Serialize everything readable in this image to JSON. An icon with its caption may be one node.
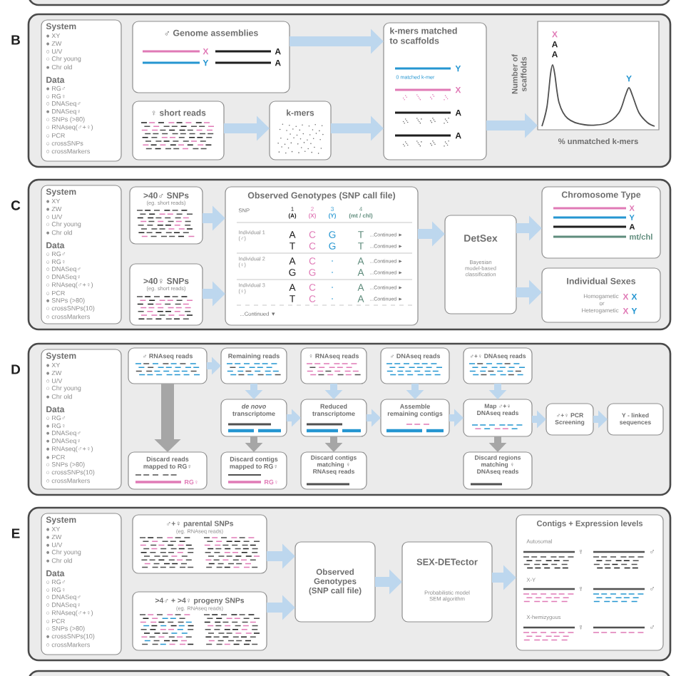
{
  "diagram": {
    "nodes": [
      {
        "text": [],
        "shape": "box",
        "beside": [
          "B"
        ]
      },
      {
        "text": [
          "System",
          "● XY",
          "● ZW",
          "○ U/V",
          "○ Chr young",
          "● Chr old",
          "Data",
          "● RG♂",
          "○ RG♀",
          "○ DNASeq♂",
          "● DNASeq♀",
          "○ SNPs (>80)",
          "○ RNAseq(♂+♀)",
          "○ PCR",
          "○ crossSNPs",
          "○ crossMarkers"
        ],
        "in": 0
      },
      {
        "text": [
          "♂ Genome assemblies",
          "X",
          "Y",
          "A",
          "A"
        ],
        "in": 0
      },
      {
        "text": [
          "♀ short reads"
        ],
        "in": 0
      },
      {
        "text": [
          "k-mers"
        ],
        "in": 0
      },
      {
        "text": [
          "k-mers matched to scaffolds",
          "Y",
          "0 matched k-mer",
          "X",
          "A",
          "A"
        ],
        "in": 0
      },
      {
        "text": [
          "X",
          "A",
          "A",
          "Y"
        ],
        "beside": [
          "Number of scaffolds",
          "% unmatched k-mers"
        ],
        "in": 0
      },
      {
        "text": [],
        "shape": "box",
        "beside": [
          "C"
        ]
      },
      {
        "text": [
          "System",
          "● XY",
          "● ZW",
          "○ U/V",
          "○ Chr young",
          "● Chr old",
          "Data",
          "○ RG♂",
          "○ RG♀",
          "○ DNASeq♂",
          "○ DNASeq♀",
          "○ RNAseq(♂+♀)",
          "○ PCR",
          "● SNPs (>80)",
          "○ crossSNPs(10)",
          "○ crossMarkers"
        ],
        "in": 7
      },
      {
        "text": [
          ">40♂ SNPs",
          "(eg. short reads)"
        ],
        "in": 7
      },
      {
        "text": [
          ">40♀ SNPs",
          "(eg. short reads)"
        ],
        "in": 7
      },
      {
        "text": [
          "Observed Genotypes (SNP call file)",
          "SNP",
          "1",
          "2",
          "3",
          "4",
          "(A)",
          "(X)",
          "(Y)",
          "(mt / chl)",
          "Individual 1 (♂)",
          "A",
          "C",
          "G",
          "T",
          "...Continued ►",
          "T",
          "C",
          "G",
          "T",
          "...Continued ►",
          "Individual 2 (♀)",
          "A",
          "C",
          ".",
          "A",
          "...Continued ►",
          "G",
          "G",
          ".",
          "A",
          "...Continued ►",
          "Individual 3 (♀)",
          "A",
          "C",
          ".",
          "A",
          "...Continued ►",
          "T",
          "C",
          ".",
          "A",
          "...Continued ►",
          "...Continued ▼"
        ],
        "in": 7
      },
      {
        "text": [
          "DetSex",
          "Bayesian model-based classification"
        ],
        "in": 7
      },
      {
        "text": [
          "Chromosome Type",
          "X",
          "Y",
          "A",
          "mt/chl"
        ],
        "in": 7
      },
      {
        "text": [
          "Individual Sexes",
          "Homogametic",
          "X",
          "X",
          "or",
          "Heterogametic",
          "X",
          "Y"
        ],
        "in": 7
      },
      {
        "text": [],
        "shape": "box",
        "beside": [
          "D"
        ]
      },
      {
        "text": [
          "System",
          "● XY",
          "● ZW",
          "○ U/V",
          "○ Chr young",
          "● Chr old",
          "Data",
          "○ RG♂",
          "● RG♀",
          "● DNASeq♂",
          "● DNASeq♀",
          "● RNAseq(♂+♀)",
          "● PCR",
          "○ SNPs (>80)",
          "○ crossSNPs(10)",
          "○ crossMarkers"
        ],
        "in": 15
      },
      {
        "text": [
          "♂ RNAseq reads"
        ],
        "in": 15
      },
      {
        "text": [
          "Remaining reads"
        ],
        "in": 15
      },
      {
        "text": [
          "*de novo* transcriptome"
        ],
        "in": 15
      },
      {
        "text": [
          "Discard reads mapped to RG♀",
          "RG♀"
        ],
        "in": 15
      },
      {
        "text": [
          "Discard contigs mapped to RG♀",
          "RG♀"
        ],
        "in": 15
      },
      {
        "text": [
          "♀ RNAseq reads"
        ],
        "in": 15
      },
      {
        "text": [
          "Reduced transcriptome"
        ],
        "in": 15
      },
      {
        "text": [
          "Discard contigs matching ♀ RNAseq reads"
        ],
        "in": 15
      },
      {
        "text": [
          "♂ DNAseq reads"
        ],
        "in": 15
      },
      {
        "text": [
          "Assemble remaining contigs"
        ],
        "in": 15
      },
      {
        "text": [
          "♂+♀ DNAseq reads"
        ],
        "in": 15
      },
      {
        "text": [
          "Map ♂+♀ DNAseq reads"
        ],
        "in": 15
      },
      {
        "text": [
          "Discard regions matching ♀ DNAseq reads"
        ],
        "in": 15
      },
      {
        "text": [
          "♂+♀ PCR Screening"
        ],
        "in": 15
      },
      {
        "text": [
          "Y - linked sequences"
        ],
        "in": 15
      },
      {
        "text": [],
        "shape": "box",
        "beside": [
          "E"
        ]
      },
      {
        "text": [
          "System",
          "● XY",
          "● ZW",
          "● U/V",
          "● Chr young",
          "● Chr old",
          "Data",
          "○ RG♂",
          "○ RG♀",
          "○ DNASeq♂",
          "○ DNASeq♀",
          "○ RNAseq(♂+♀)",
          "○ PCR",
          "○ SNPs (>80)",
          "● crossSNPs(10)",
          "○ crossMarkers"
        ],
        "in": 32
      },
      {
        "text": [
          "♂+♀ parental SNPs",
          "(eg. RNAseq reads)"
        ],
        "in": 32
      },
      {
        "text": [
          ">4♂ + >4♀ progeny SNPs",
          "(eg. RNAseq reads)"
        ],
        "in": 32
      },
      {
        "text": [
          "Observed Genotypes (SNP call file)"
        ],
        "in": 32
      },
      {
        "text": [
          "SEX-DETector",
          "Probabilistic model SEM algorithm"
        ],
        "in": 32
      },
      {
        "text": [
          "Contigs + Expression levels",
          "Autosomal",
          "♀",
          "♂",
          "X-Y",
          "♀",
          "♂",
          "X-hemizygous",
          "♀",
          "♂"
        ],
        "in": 32
      }
    ],
    "edges": [
      {
        "from": 2,
        "to": 5,
        "arrow": "to"
      },
      {
        "from": 3,
        "to": 4,
        "arrow": "to"
      },
      {
        "from": 4,
        "to": 5,
        "arrow": "to"
      },
      {
        "from": 5,
        "to": 6,
        "arrow": "to"
      },
      {
        "from": 9,
        "to": 11,
        "arrow": "to"
      },
      {
        "from": 10,
        "to": 11,
        "arrow": "to"
      },
      {
        "from": 11,
        "to": 12,
        "arrow": "to"
      },
      {
        "from": 12,
        "to": 13,
        "arrow": "to"
      },
      {
        "from": 12,
        "to": 14,
        "arrow": "to"
      },
      {
        "from": 17,
        "to": 18,
        "arrow": "to"
      },
      {
        "from": 17,
        "to": 20,
        "arrow": "to",
        "color": "#a6a6a6"
      },
      {
        "from": 18,
        "to": 19,
        "arrow": "to"
      },
      {
        "from": 19,
        "to": 21,
        "arrow": "to",
        "color": "#a6a6a6"
      },
      {
        "from": 19,
        "to": 23,
        "arrow": "to"
      },
      {
        "from": 22,
        "to": 23,
        "arrow": "to"
      },
      {
        "from": 23,
        "to": 24,
        "arrow": "to",
        "color": "#a6a6a6"
      },
      {
        "from": 23,
        "to": 26,
        "arrow": "to"
      },
      {
        "from": 25,
        "to": 26,
        "arrow": "to"
      },
      {
        "from": 26,
        "to": 28,
        "arrow": "to"
      },
      {
        "from": 27,
        "to": 28,
        "arrow": "to"
      },
      {
        "from": 28,
        "to": 29,
        "arrow": "to",
        "color": "#a6a6a6"
      },
      {
        "from": 28,
        "to": 30,
        "arrow": "to"
      },
      {
        "from": 30,
        "to": 31,
        "arrow": "to"
      },
      {
        "from": 34,
        "to": 36,
        "arrow": "to"
      },
      {
        "from": 35,
        "to": 36,
        "arrow": "to"
      },
      {
        "from": 36,
        "to": 37,
        "arrow": "to"
      },
      {
        "from": 37,
        "to": 38,
        "arrow": "to"
      }
    ]
  }
}
